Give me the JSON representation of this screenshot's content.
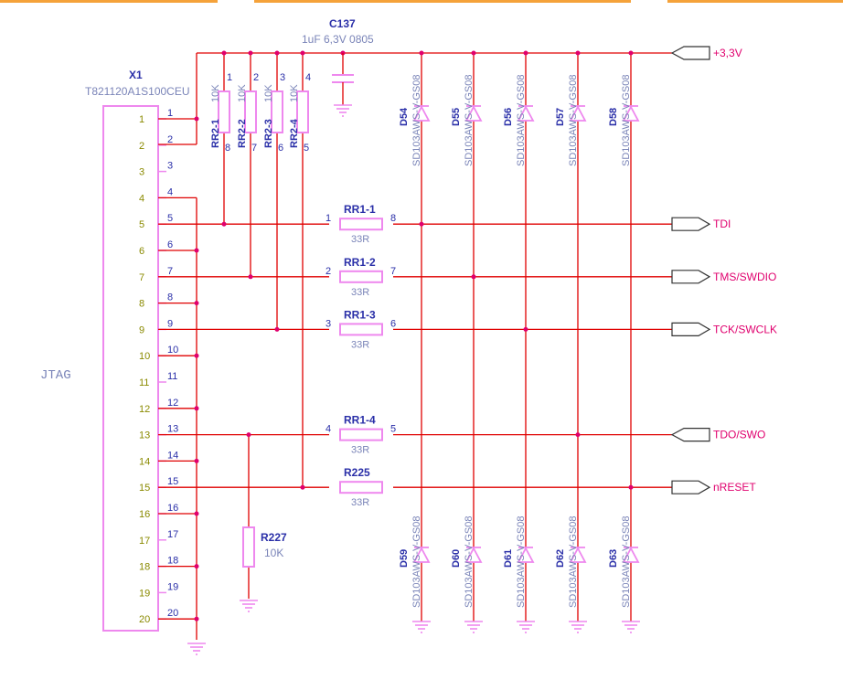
{
  "connector": {
    "ref": "X1",
    "part": "T821120A1S100CEU",
    "name": "JTAG",
    "pins": [
      "1",
      "2",
      "3",
      "4",
      "5",
      "6",
      "7",
      "8",
      "9",
      "10",
      "11",
      "12",
      "13",
      "14",
      "15",
      "16",
      "17",
      "18",
      "19",
      "20"
    ]
  },
  "capacitor": {
    "ref": "C137",
    "value": "1uF 6,3V 0805"
  },
  "pullups": [
    {
      "ref": "RR2-1",
      "value": "10K",
      "top_pin": "1",
      "bottom_pin": "8"
    },
    {
      "ref": "RR2-2",
      "value": "10K",
      "top_pin": "2",
      "bottom_pin": "7"
    },
    {
      "ref": "RR2-3",
      "value": "10K",
      "top_pin": "3",
      "bottom_pin": "6"
    },
    {
      "ref": "RR2-4",
      "value": "10K",
      "top_pin": "4",
      "bottom_pin": "5"
    }
  ],
  "series_resistors": [
    {
      "ref": "RR1-1",
      "value": "33R",
      "left_pin": "1",
      "right_pin": "8"
    },
    {
      "ref": "RR1-2",
      "value": "33R",
      "left_pin": "2",
      "right_pin": "7"
    },
    {
      "ref": "RR1-3",
      "value": "33R",
      "left_pin": "3",
      "right_pin": "6"
    },
    {
      "ref": "RR1-4",
      "value": "33R",
      "left_pin": "4",
      "right_pin": "5"
    },
    {
      "ref": "R225",
      "value": "33R",
      "left_pin": "",
      "right_pin": ""
    }
  ],
  "r227": {
    "ref": "R227",
    "value": "10K"
  },
  "diodes_top": [
    {
      "ref": "D54",
      "part": "SD103AWS-V-GS08"
    },
    {
      "ref": "D55",
      "part": "SD103AWS-V-GS08"
    },
    {
      "ref": "D56",
      "part": "SD103AWS-V-GS08"
    },
    {
      "ref": "D57",
      "part": "SD103AWS-V-GS08"
    },
    {
      "ref": "D58",
      "part": "SD103AWS-V-GS08"
    }
  ],
  "diodes_bottom": [
    {
      "ref": "D59",
      "part": "SD103AWS-V-GS08"
    },
    {
      "ref": "D60",
      "part": "SD103AWS-V-GS08"
    },
    {
      "ref": "D61",
      "part": "SD103AWS-V-GS08"
    },
    {
      "ref": "D62",
      "part": "SD103AWS-V-GS08"
    },
    {
      "ref": "D63",
      "part": "SD103AWS-V-GS08"
    }
  ],
  "ports": {
    "power": "+3,3V",
    "signals": [
      "TDI",
      "TMS/SWDIO",
      "TCK/SWCLK",
      "TDO/SWO",
      "nRESET"
    ]
  },
  "colors": {
    "wire": "#e00000",
    "component": "#ee88ee",
    "reference": "#2a2fa8",
    "value": "#7a84b8",
    "net_label": "#e0006e",
    "pin_number": "#8a8a00"
  }
}
